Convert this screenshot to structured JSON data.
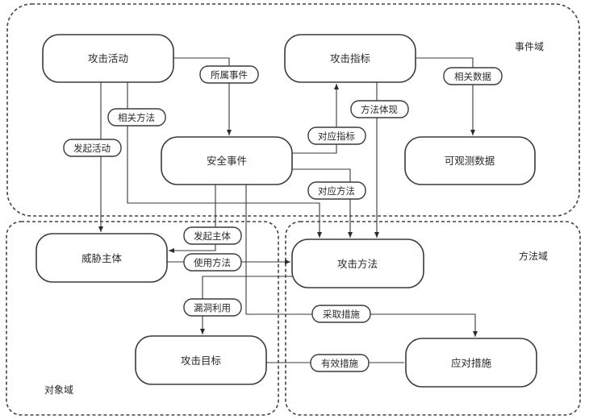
{
  "domains": {
    "event": "事件域",
    "object": "对象域",
    "method": "方法域"
  },
  "nodes": {
    "attack_activity": "攻击活动",
    "attack_indicator": "攻击指标",
    "security_event": "安全事件",
    "observable_data": "可观测数据",
    "threat_actor": "威胁主体",
    "attack_method": "攻击方法",
    "attack_target": "攻击目标",
    "countermeasure": "应对措施"
  },
  "edges": {
    "belongs_event": "所属事件",
    "related_method": "相关方法",
    "initiate_activity": "发起活动",
    "related_data": "相关数据",
    "method_embodiment": "方法体现",
    "corresponding_indicator": "对应指标",
    "corresponding_method": "对应方法",
    "initiator": "发起主体",
    "use_method": "使用方法",
    "vuln_exploit": "漏洞利用",
    "take_measures": "采取措施",
    "effective_measures": "有效措施"
  }
}
